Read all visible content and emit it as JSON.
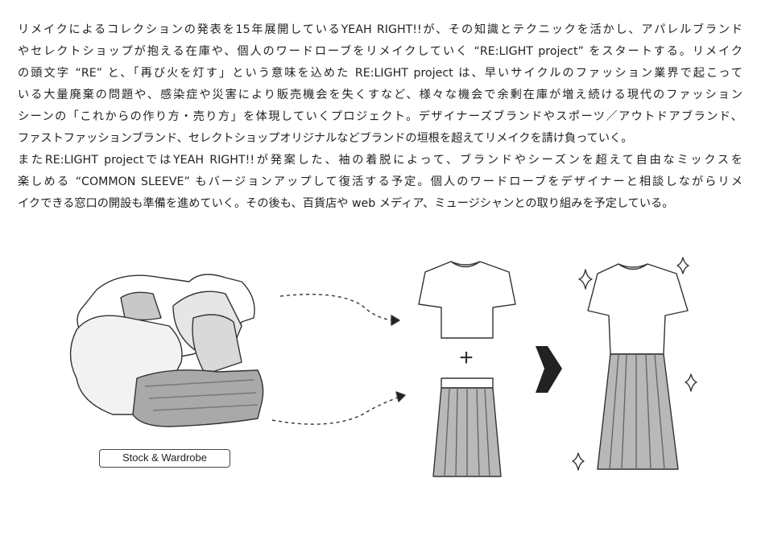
{
  "body_lines": [
    "リメイクによるコレクションの発表を15年展開しているYEAH RIGHT!!が、その知識とテクニックを活かし、アパレルブランド",
    "やセレクトショップが抱える在庫や、個人のワードローブをリメイクしていく “RE:LIGHT project” をスタートする。リメイク",
    "の頭文字 “RE” と、「再び火を灯す」という意味を込めた RE:LIGHT project は、早いサイクルのファッション業界で起こって",
    "いる大量廃棄の問題や、感染症や災害により販売機会を失くすなど、様々な機会で余剰在庫が増え続ける現代のファッション",
    "シーンの「これからの作り方・売り方」を体現していくプロジェクト。デザイナーズブランドやスポーツ／アウトドアブランド、",
    "ファストファッションブランド、セレクトショップオリジナルなどブランドの垣根を超えてリメイクを請け負っていく。",
    "またRE:LIGHT projectではYEAH RIGHT!!が発案した、袖の着脱によって、ブランドやシーズンを超えて自由なミックスを",
    "楽しめる “COMMON SLEEVE” もバージョンアップして復活する予定。個人のワードローブをデザイナーと相談しながらリメ",
    "イクできる窓口の開設も準備を進めていく。その後も、百貨店や web メディア、ミュージシャンとの取り組みを予定している。"
  ],
  "diagram": {
    "stock_label": "Stock & Wardrobe",
    "plus_symbol": "+"
  }
}
